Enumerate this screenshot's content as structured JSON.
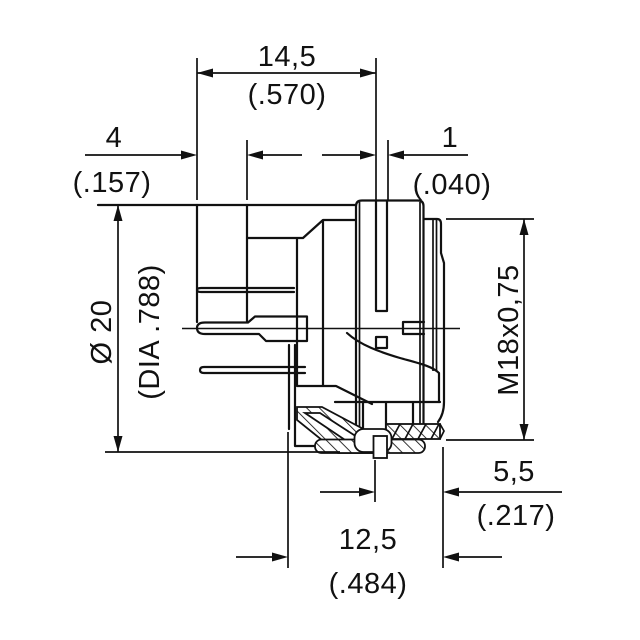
{
  "drawing": {
    "type": "engineering-dimension-drawing",
    "subject": "panel-mount circular connector, side view half-section",
    "background_color": "#ffffff",
    "line_color": "#111111",
    "dimensions": {
      "overall_length": {
        "mm": "14,5",
        "inch": "(.570)",
        "orientation": "horizontal-top"
      },
      "rear_depth": {
        "mm": "4",
        "inch": "(.157)",
        "orientation": "horizontal-top-left"
      },
      "slot_width": {
        "mm": "1",
        "inch": "(.040)",
        "orientation": "horizontal-top-right"
      },
      "outer_diameter": {
        "mm": "Ø 20",
        "inch": "(DIA .788)",
        "orientation": "vertical-left"
      },
      "thread": {
        "label": "M18x0,75",
        "orientation": "vertical-right"
      },
      "front_offset": {
        "mm": "5,5",
        "inch": "(.217)",
        "orientation": "horizontal-bottom-right"
      },
      "mount_depth": {
        "mm": "12,5",
        "inch": "(.484)",
        "orientation": "horizontal-bottom"
      }
    }
  }
}
